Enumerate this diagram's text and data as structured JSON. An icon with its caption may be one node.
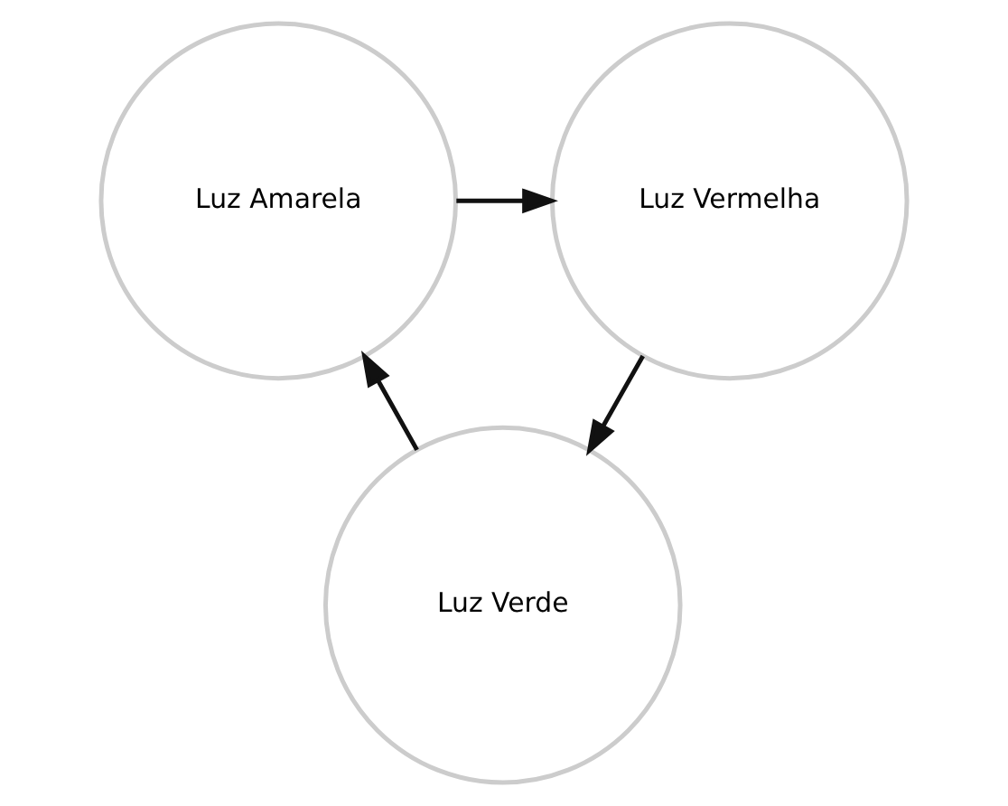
{
  "diagram": {
    "nodes": [
      {
        "text": [
          "Luz Vermelha"
        ]
      },
      {
        "text": [
          "Luz Amarela"
        ]
      },
      {
        "text": [
          "Luz Verde"
        ]
      }
    ],
    "edges": [
      {
        "from": 0,
        "to": 2,
        "arrow": "to"
      },
      {
        "from": 2,
        "to": 1,
        "arrow": "to"
      },
      {
        "from": 1,
        "to": 0,
        "arrow": "to"
      }
    ]
  }
}
